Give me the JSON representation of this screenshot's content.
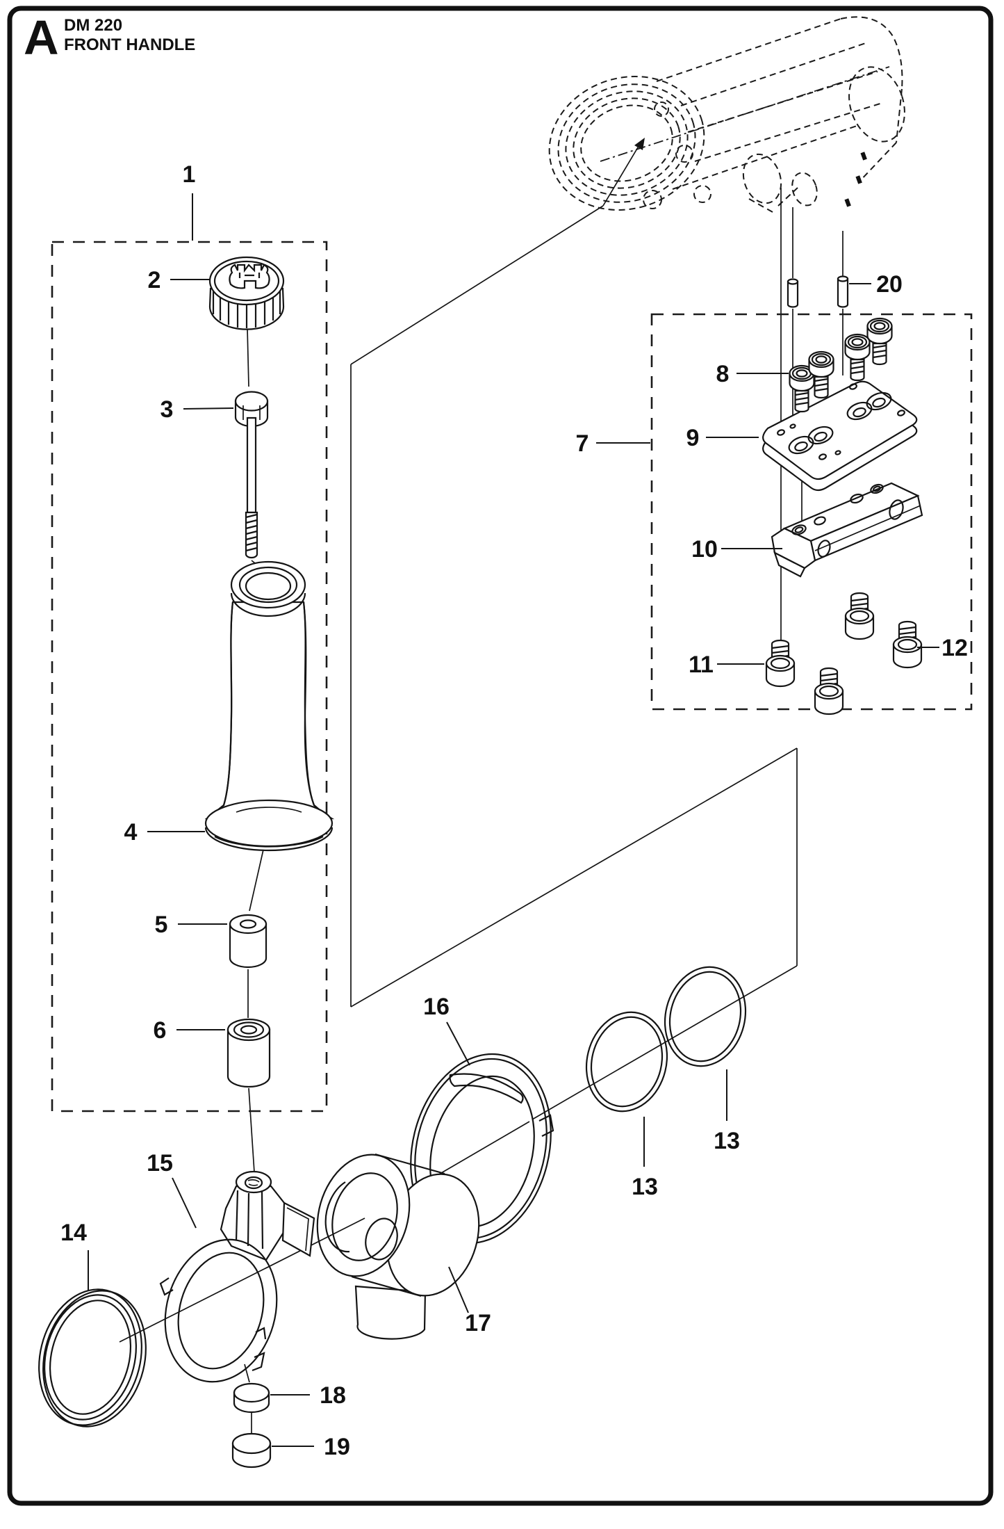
{
  "page": {
    "background": "#ffffff",
    "line_color": "#141414",
    "corner_letter": "A",
    "model": "DM 220",
    "section_title": "FRONT HANDLE"
  },
  "figure": {
    "type": "exploded-parts-diagram",
    "groups": [
      "1",
      "7"
    ],
    "visible_part_refs": [
      "1",
      "2",
      "3",
      "4",
      "5",
      "6",
      "7",
      "8",
      "9",
      "10",
      "11",
      "12",
      "13",
      "13",
      "14",
      "15",
      "16",
      "17",
      "18",
      "19",
      "20"
    ]
  },
  "callouts": {
    "c1": "1",
    "c2": "2",
    "c3": "3",
    "c4": "4",
    "c5": "5",
    "c6": "6",
    "c7": "7",
    "c8": "8",
    "c9": "9",
    "c10": "10",
    "c11": "11",
    "c12": "12",
    "c13a": "13",
    "c13b": "13",
    "c14": "14",
    "c15": "15",
    "c16": "16",
    "c17": "17",
    "c18": "18",
    "c19": "19",
    "c20": "20"
  }
}
